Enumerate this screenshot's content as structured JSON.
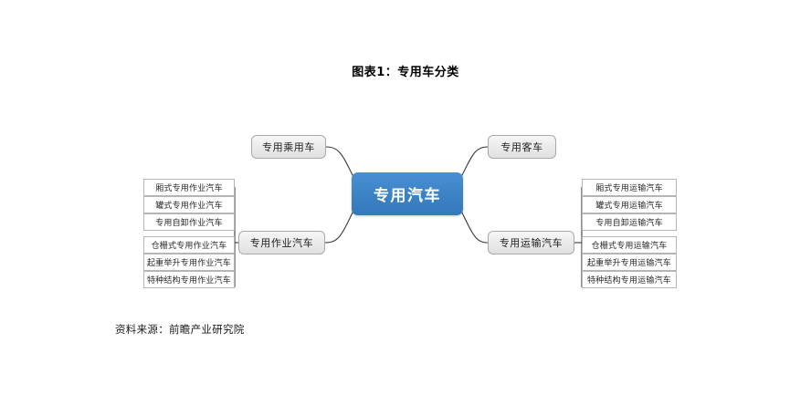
{
  "title": "图表1：专用车分类",
  "source": "资料来源：前瞻产业研究院",
  "colors": {
    "center_fill": "#3b82c4",
    "center_text": "#ffffff",
    "branch_fill": "#ebebeb",
    "branch_border": "#a9a9a9",
    "leaf_fill": "#ffffff",
    "leaf_border": "#b5b5b5",
    "connector": "#3a3a3a",
    "page_bg": "#ffffff"
  },
  "diagram": {
    "type": "mindmap",
    "center": {
      "label": "专用汽车"
    },
    "branches": [
      {
        "id": "passenger",
        "label": "专用乘用车",
        "side": "left",
        "position": "top",
        "children": []
      },
      {
        "id": "bus",
        "label": "专用客车",
        "side": "right",
        "position": "top",
        "children": []
      },
      {
        "id": "work",
        "label": "专用作业汽车",
        "side": "left",
        "position": "bottom",
        "children": [
          {
            "label": "厢式专用作业汽车"
          },
          {
            "label": "罐式专用作业汽车"
          },
          {
            "label": "专用自卸作业汽车"
          },
          {
            "label": "仓栅式专用作业汽车"
          },
          {
            "label": "起重举升专用作业汽车"
          },
          {
            "label": "特种结构专用作业汽车"
          }
        ]
      },
      {
        "id": "transport",
        "label": "专用运输汽车",
        "side": "right",
        "position": "bottom",
        "children": [
          {
            "label": "厢式专用运输汽车"
          },
          {
            "label": "罐式专用运输汽车"
          },
          {
            "label": "专用自卸运输汽车"
          },
          {
            "label": "仓栅式专用运输汽车"
          },
          {
            "label": "起重举升专用运输汽车"
          },
          {
            "label": "特种结构专用运输汽车"
          }
        ]
      }
    ]
  }
}
